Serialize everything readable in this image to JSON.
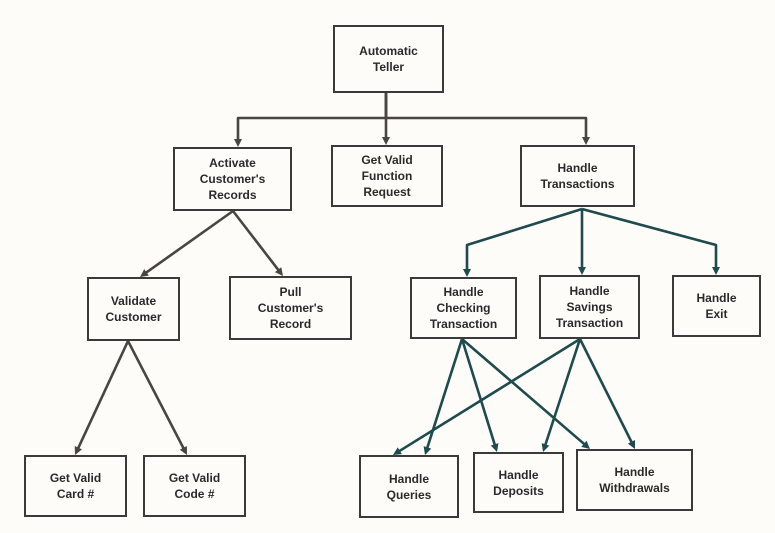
{
  "colors": {
    "box_border": "#3a3a3a",
    "edge_dark": "#4a4540",
    "edge_teal": "#1f4a4e",
    "background": "#fdfcf8"
  },
  "nodes": {
    "automatic_teller": "Automatic\nTeller",
    "activate_customers_records": "Activate\nCustomer's\nRecords",
    "get_valid_function_request": "Get Valid\nFunction\nRequest",
    "handle_transactions": "Handle\nTransactions",
    "validate_customer": "Validate\nCustomer",
    "pull_customers_record": "Pull\nCustomer's\nRecord",
    "handle_checking_transaction": "Handle\nChecking\nTransaction",
    "handle_savings_transaction": "Handle\nSavings\nTransaction",
    "handle_exit": "Handle\nExit",
    "get_valid_card": "Get Valid\nCard #",
    "get_valid_code": "Get Valid\nCode #",
    "handle_queries": "Handle\nQueries",
    "handle_deposits": "Handle\nDeposits",
    "handle_withdrawals": "Handle\nWithdrawals"
  },
  "edges": [
    {
      "from": "automatic_teller",
      "to": "activate_customers_records"
    },
    {
      "from": "automatic_teller",
      "to": "get_valid_function_request"
    },
    {
      "from": "automatic_teller",
      "to": "handle_transactions"
    },
    {
      "from": "activate_customers_records",
      "to": "validate_customer"
    },
    {
      "from": "activate_customers_records",
      "to": "pull_customers_record"
    },
    {
      "from": "validate_customer",
      "to": "get_valid_card"
    },
    {
      "from": "validate_customer",
      "to": "get_valid_code"
    },
    {
      "from": "handle_transactions",
      "to": "handle_checking_transaction"
    },
    {
      "from": "handle_transactions",
      "to": "handle_savings_transaction"
    },
    {
      "from": "handle_transactions",
      "to": "handle_exit"
    },
    {
      "from": "handle_checking_transaction",
      "to": "handle_queries"
    },
    {
      "from": "handle_checking_transaction",
      "to": "handle_deposits"
    },
    {
      "from": "handle_checking_transaction",
      "to": "handle_withdrawals"
    },
    {
      "from": "handle_savings_transaction",
      "to": "handle_queries"
    },
    {
      "from": "handle_savings_transaction",
      "to": "handle_deposits"
    },
    {
      "from": "handle_savings_transaction",
      "to": "handle_withdrawals"
    }
  ]
}
